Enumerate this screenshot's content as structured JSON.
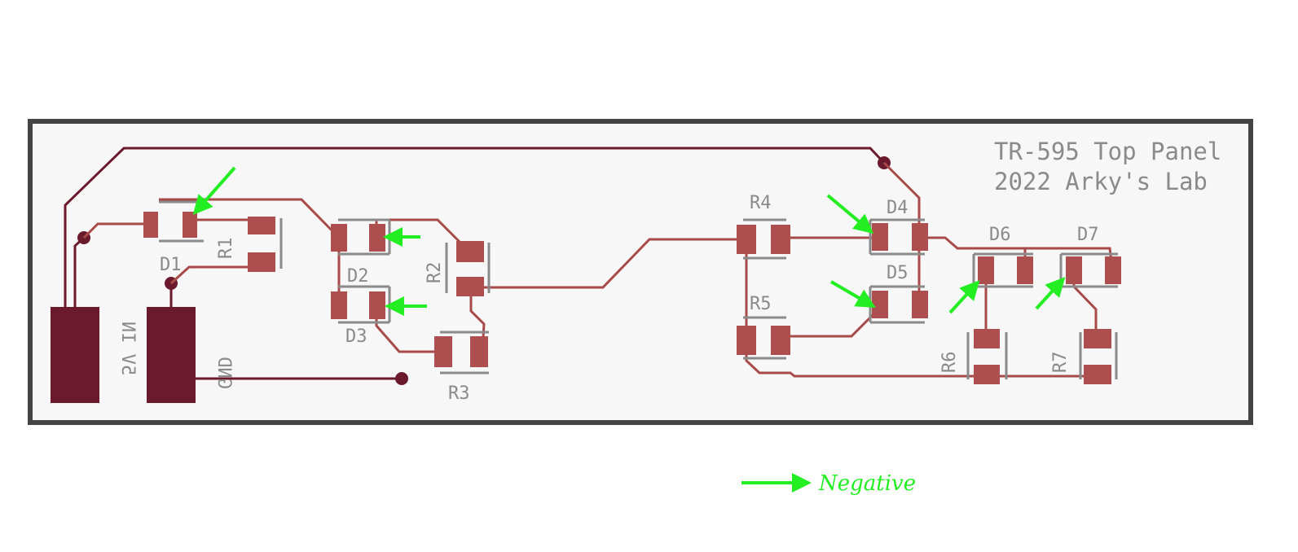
{
  "board": {
    "title_line1": "TR-595 Top Panel",
    "title_line2": "2022 Arky's Lab",
    "outline_color": "#444444",
    "background": "#f7f7f7"
  },
  "colors": {
    "trace": "#a84a4a",
    "bottom_trace": "#6b1a2e",
    "pad": "#ad4f4f",
    "silkscreen": "#8a8a8a",
    "arrow": "#22ee22"
  },
  "components": {
    "D1": "D1",
    "D2": "D2",
    "D3": "D3",
    "D4": "D4",
    "D5": "D5",
    "D6": "D6",
    "D7": "D7",
    "R1": "R1",
    "R2": "R2",
    "R3": "R3",
    "R4": "R4",
    "R5": "R5",
    "R6": "R6",
    "R7": "R7"
  },
  "connectors": {
    "vin": "5V IN",
    "gnd": "GND"
  },
  "legend": {
    "label": "Negative"
  }
}
